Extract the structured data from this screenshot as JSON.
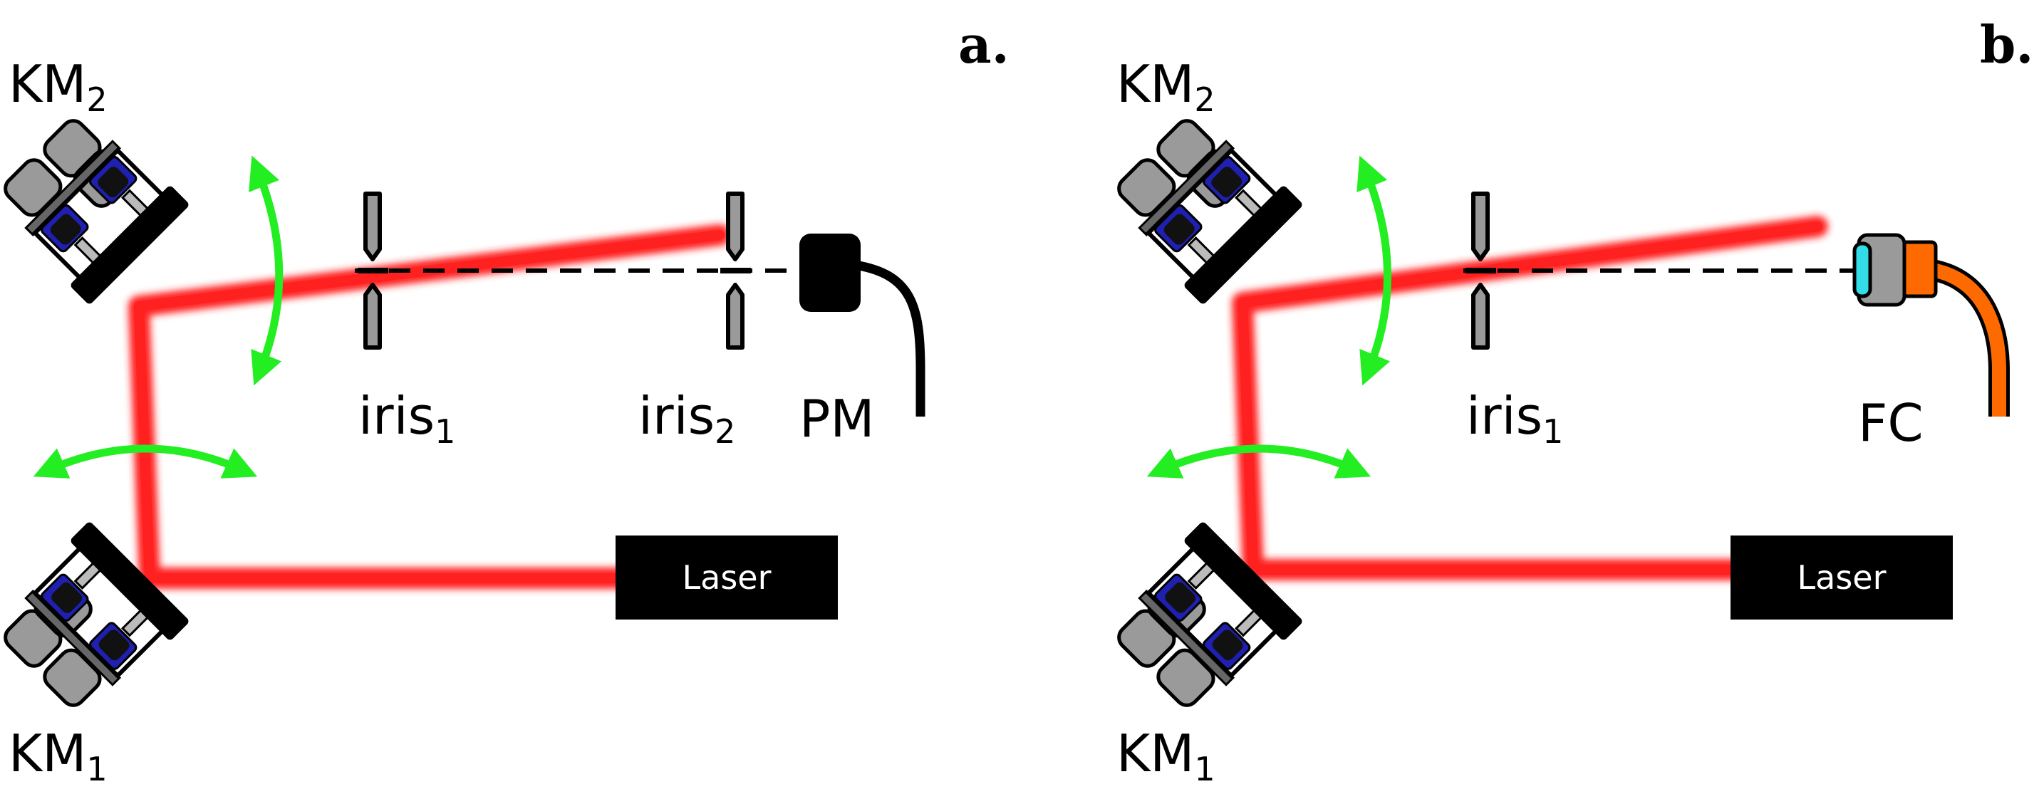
{
  "panel_a": {
    "label": "a.",
    "mirror_top": {
      "main": "KM",
      "sub": "2"
    },
    "mirror_bottom": {
      "main": "KM",
      "sub": "1"
    },
    "iris1": {
      "main": "iris",
      "sub": "1"
    },
    "iris2": {
      "main": "iris",
      "sub": "2"
    },
    "detector": "PM",
    "laser": "Laser"
  },
  "panel_b": {
    "label": "b.",
    "mirror_top": {
      "main": "KM",
      "sub": "2"
    },
    "mirror_bottom": {
      "main": "KM",
      "sub": "1"
    },
    "iris1": {
      "main": "iris",
      "sub": "1"
    },
    "coupler": "FC",
    "laser": "Laser"
  },
  "colors": {
    "beam": "#ff2020",
    "arrow": "#22ee22",
    "mount_gray": "#9a9a9a",
    "knob_blue": "#1f1fb0",
    "fiber": "#ff6a00",
    "coupler_lens": "#33dde8"
  }
}
